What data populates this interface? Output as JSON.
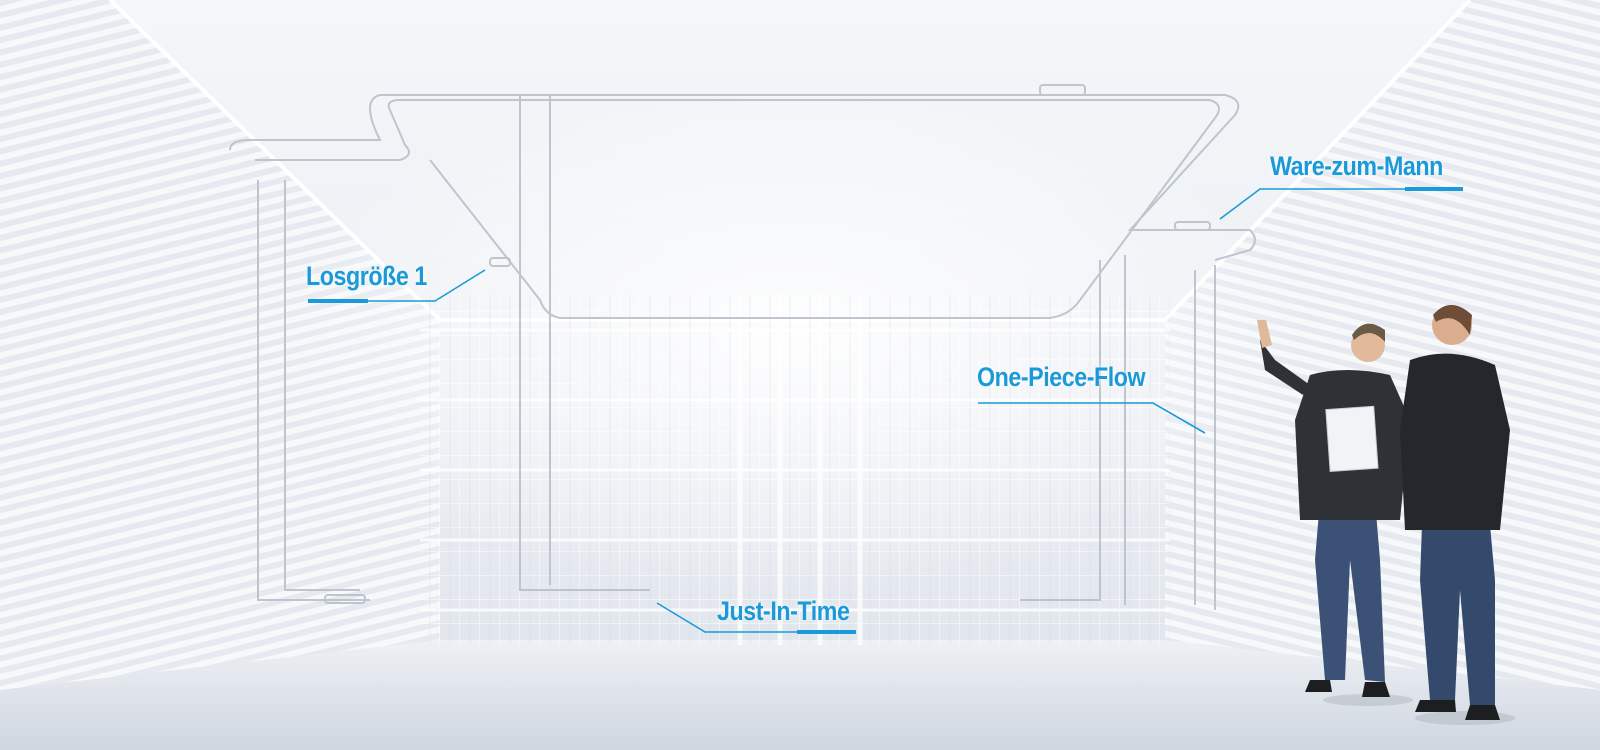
{
  "scene": {
    "accent_color": "#1a9ad9",
    "labels": {
      "losgroesse": "Losgröße 1",
      "ware_zum_mann": "Ware-zum-Mann",
      "one_piece_flow": "One-Piece-Flow",
      "just_in_time": "Just-In-Time"
    },
    "people_count": 2
  }
}
